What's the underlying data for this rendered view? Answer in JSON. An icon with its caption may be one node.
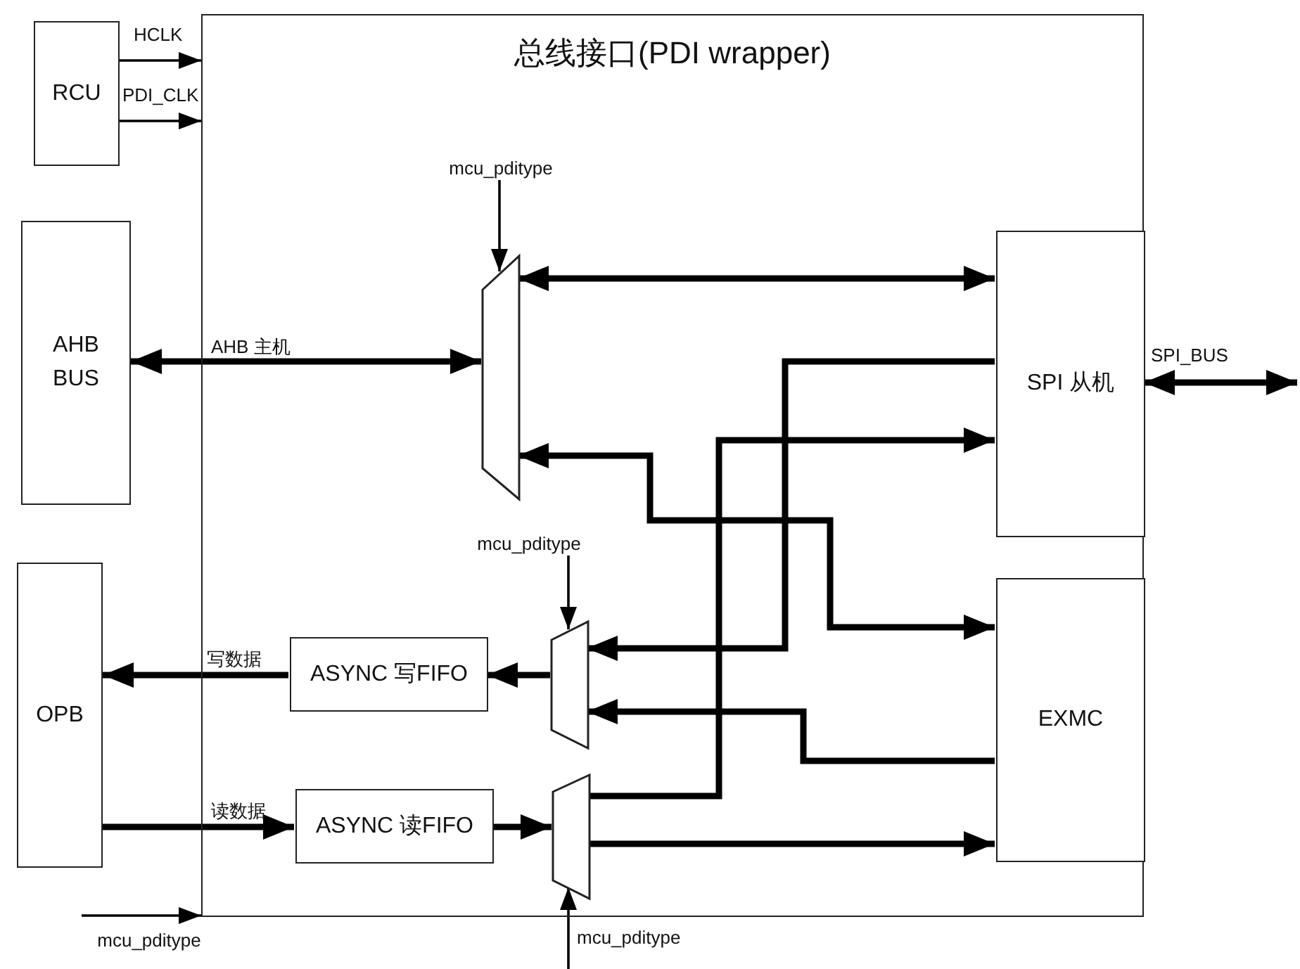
{
  "diagram": {
    "nodes": [
      {
        "text": [
          "RCU"
        ]
      },
      {
        "text": [
          "总线接口(PDI wrapper)"
        ]
      },
      {
        "text": [
          "mcu_pditype"
        ],
        "in": 1
      },
      {
        "text": [],
        "shape": "trapezoid",
        "in": 1
      },
      {
        "text": [
          "SPI 从机"
        ],
        "in": 1
      },
      {
        "text": [
          "AHB BUS"
        ]
      },
      {
        "text": [
          "mcu_pditype"
        ],
        "in": 1
      },
      {
        "text": [
          "OPB"
        ]
      },
      {
        "text": [
          "ASYNC 写FIFO"
        ],
        "in": 1
      },
      {
        "text": [],
        "shape": "trapezoid",
        "in": 1
      },
      {
        "text": [
          "EXMC"
        ],
        "in": 1
      },
      {
        "text": [
          "ASYNC 读FIFO"
        ],
        "in": 1
      },
      {
        "text": [],
        "shape": "trapezoid",
        "in": 1
      },
      {
        "text": [
          "mcu_pditype"
        ]
      },
      {
        "text": [
          "mcu_pditype"
        ]
      }
    ],
    "edges": [
      {
        "from": 0,
        "to": 1,
        "arrow": "to",
        "label": "HCLK"
      },
      {
        "from": 0,
        "to": 1,
        "arrow": "to",
        "label": "PDI_CLK"
      },
      {
        "from": 2,
        "to": 3,
        "arrow": "to"
      },
      {
        "from": 5,
        "to": 3,
        "arrow": "both",
        "label": "AHB 主机"
      },
      {
        "from": 3,
        "to": 4,
        "arrow": "both"
      },
      {
        "from": 3,
        "to": 10,
        "arrow": "both"
      },
      {
        "from": 4,
        "to": 9,
        "arrow": "to"
      },
      {
        "from": 12,
        "to": 4,
        "arrow": "to"
      },
      {
        "from": 6,
        "to": 9,
        "arrow": "to"
      },
      {
        "from": 10,
        "to": 9,
        "arrow": "to"
      },
      {
        "from": 9,
        "to": 8,
        "arrow": "to"
      },
      {
        "from": 8,
        "to": 7,
        "arrow": "to",
        "label": "写数据"
      },
      {
        "from": 7,
        "to": 11,
        "arrow": "to",
        "label": "读数据"
      },
      {
        "from": 11,
        "to": 12,
        "arrow": "to"
      },
      {
        "from": 12,
        "to": 10,
        "arrow": "to"
      },
      {
        "from": 14,
        "to": 12,
        "arrow": "to"
      },
      {
        "from": 13,
        "to": 1,
        "arrow": "to"
      },
      {
        "from": 4,
        "to": null,
        "arrow": "both",
        "label": "SPI_BUS"
      }
    ]
  }
}
